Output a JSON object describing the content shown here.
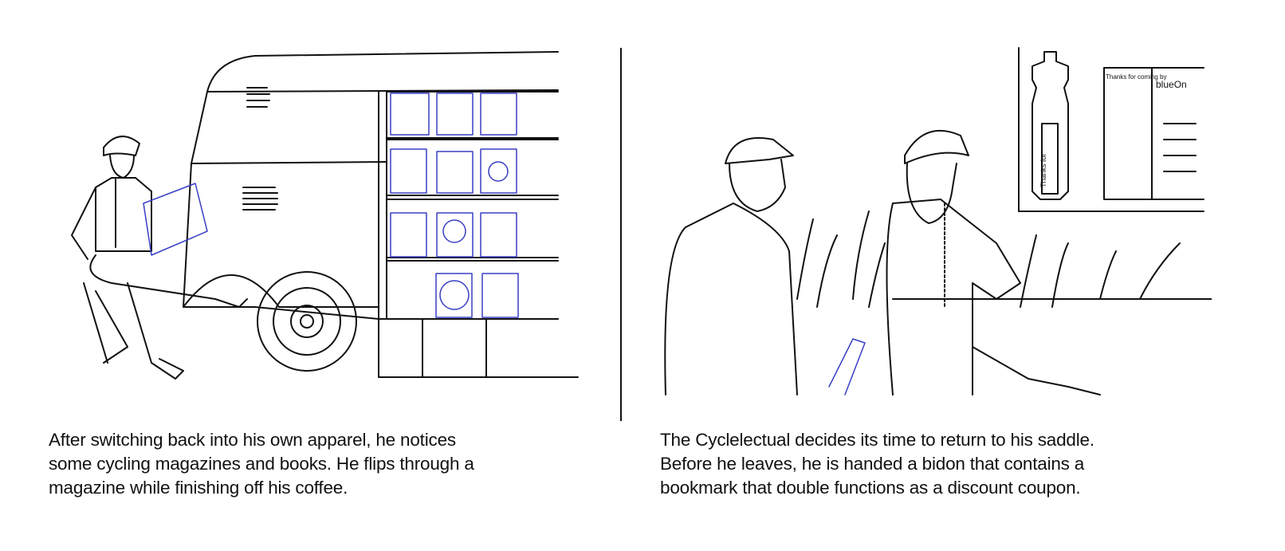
{
  "panels": [
    {
      "caption_lines": [
        "After switching back into his own apparel, he notices",
        "some cycling magazines and books. He flips through a",
        "magazine while finishing off his coffee."
      ]
    },
    {
      "caption_lines": [
        "The Cyclelectual decides its time to return to his saddle.",
        "Before he leaves, he is handed a bidon that contains a",
        "bookmark that double functions as a discount coupon."
      ],
      "poster_text": "Thanks for coming by",
      "poster_brand": "blueOn",
      "bookmark_text": "Thanks for"
    }
  ],
  "colors": {
    "ink": "#111111",
    "pen_blue": "#3a3fc4"
  }
}
